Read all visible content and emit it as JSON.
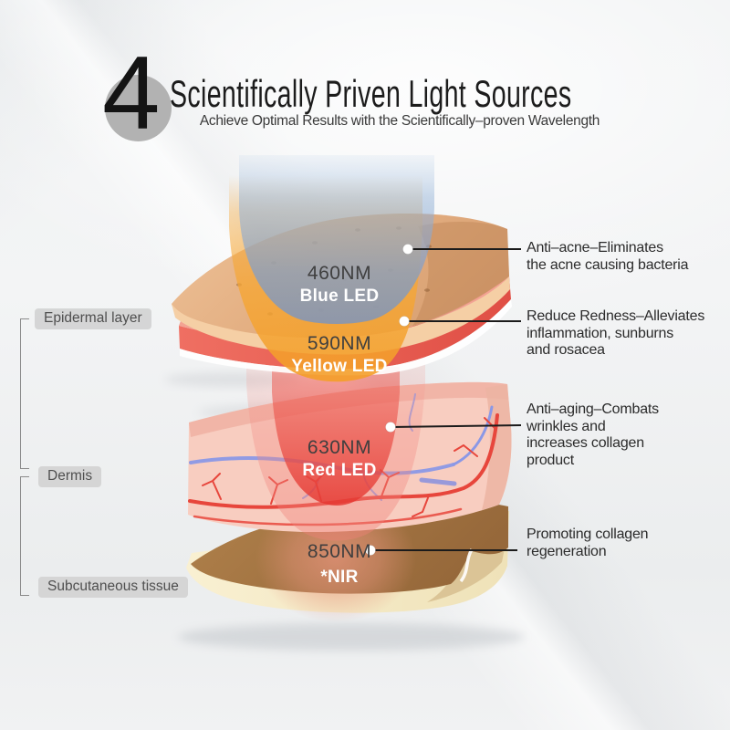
{
  "header": {
    "number": "4",
    "title": "Scientifically Priven Light Sources",
    "subtitle": "Achieve Optimal Results with the Scientifically–proven Wavelength"
  },
  "layer_labels": [
    "Epidermal layer",
    "Dermis",
    "Subcutaneous tissue"
  ],
  "light_sources": [
    {
      "wavelength": "460NM",
      "name": "Blue LED",
      "benefit_lines": [
        "Anti–acne–Eliminates",
        "the acne causing bacteria"
      ]
    },
    {
      "wavelength": "590NM",
      "name": "Yellow LED",
      "benefit_lines": [
        "Reduce Redness–Alleviates",
        "inflammation, sunburns",
        "and rosacea"
      ]
    },
    {
      "wavelength": "630NM",
      "name": "Red LED",
      "benefit_lines": [
        "Anti–aging–Combats",
        "wrinkles and",
        "increases collagen",
        "product"
      ]
    },
    {
      "wavelength": "850NM",
      "name": "*NIR",
      "benefit_lines": [
        "Promoting collagen",
        "regeneration"
      ]
    }
  ],
  "colors": {
    "background": "#f0f2f3",
    "title_text": "#1c1c1c",
    "number_circle": "#b2b2b2",
    "label_pill_bg": "#d2d2d3",
    "label_pill_text": "#4f4f4f",
    "annotation_text": "#2b2b2b",
    "blue_led_beam": "#7a9ac6",
    "yellow_led_beam": "#f5a63c",
    "red_led_beam": "#e5443c",
    "nir_glow": "#e2917c",
    "epidermis_tan": "#e0ac7e",
    "upper_layer_red": "#e8604f",
    "dermis_pink": "#f8cdc0",
    "fat_cream": "#f6ecca",
    "subcutis_brown": "#a1703d",
    "vessel_red": "#e7463c",
    "vein_blue": "#8b98e6"
  }
}
